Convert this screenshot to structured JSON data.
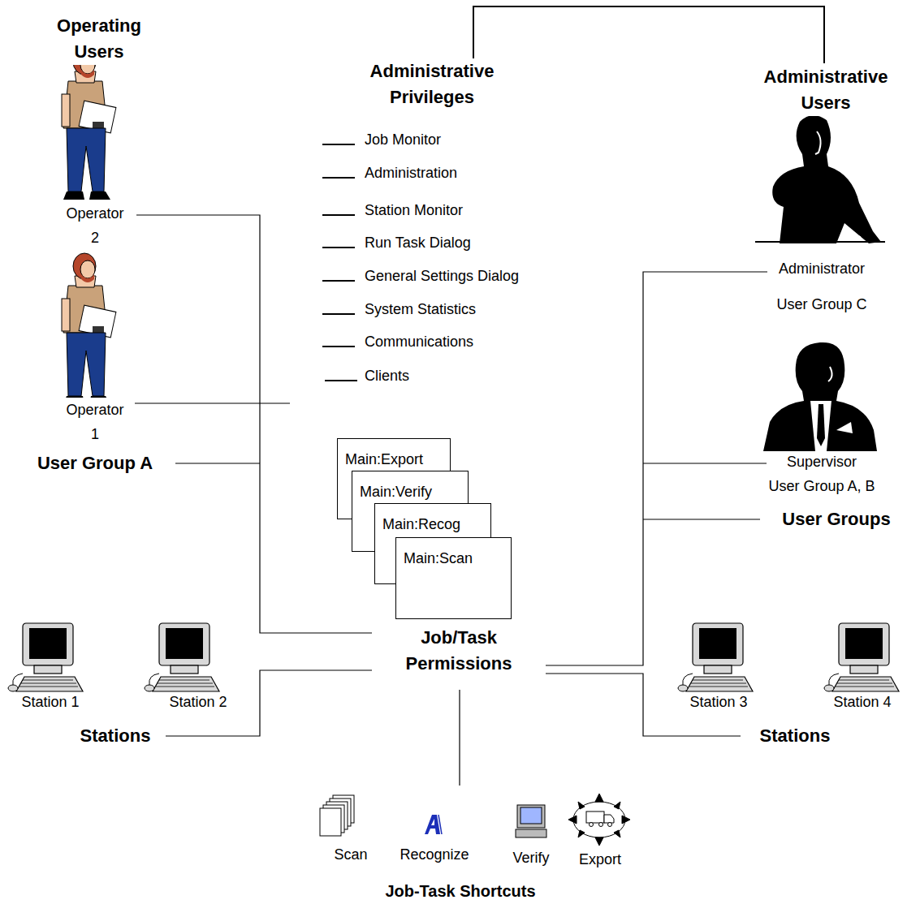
{
  "diagram": {
    "nodes": [
      {
        "text": [
          "Main:Export"
        ]
      },
      {
        "text": [
          "Main:Verify"
        ]
      },
      {
        "text": [
          "Main:Recog"
        ]
      },
      {
        "text": [
          "Main:Scan"
        ]
      }
    ],
    "labels": [
      "Operating Users",
      "Administrative Privileges",
      "Administrative Users",
      "Job Monitor",
      "Administration",
      "Station Monitor",
      "Run Task Dialog",
      "General Settings Dialog",
      "System Statistics",
      "Communications",
      "Clients",
      "Operator 2",
      "Administrator",
      "User Group C",
      "Operator 1",
      "User Group A",
      "Supervisor",
      "User Group A, B",
      "User Groups",
      "Job/Task Permissions",
      "Station 1",
      "Station 2",
      "Station 3",
      "Station 4",
      "Stations",
      "Stations",
      "Scan",
      "Recognize",
      "Verify",
      "Export",
      "Job-Task Shortcuts"
    ]
  }
}
